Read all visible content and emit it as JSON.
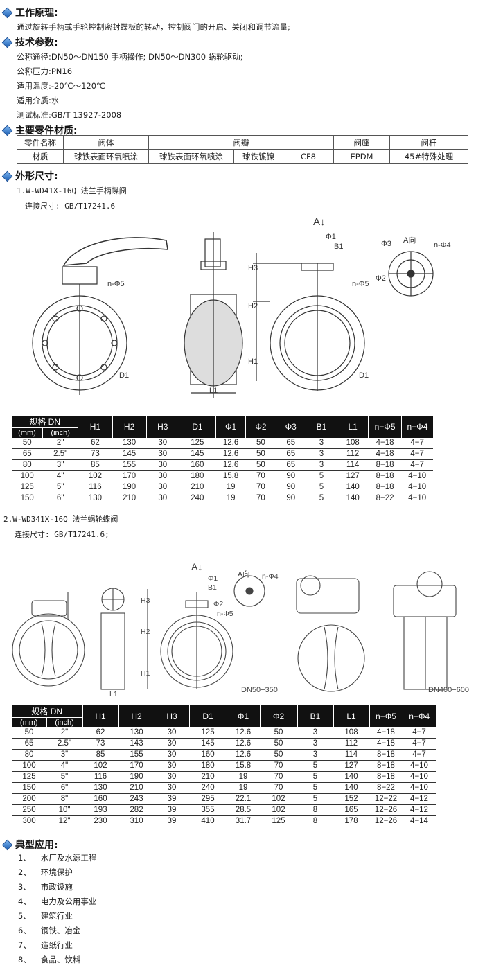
{
  "sections": {
    "principle": {
      "title": "工作原理:",
      "text": "通过旋转手柄或手轮控制密封蝶板的转动，控制阀门的开启、关闭和调节流量;"
    },
    "params": {
      "title": "技术参数:",
      "rows": [
        "公称通径:DN50～DN150 手柄操作; DN50～DN300 蜗轮驱动;",
        "公称压力:PN16",
        "适用温度:-20℃～120℃",
        "适用介质:水",
        "测试标准:GB/T 13927-2008"
      ]
    },
    "materials": {
      "title": "主要零件材质:",
      "headers": [
        "零件名称",
        "阀体",
        "阀瓣",
        "阀座",
        "阀杆"
      ],
      "row": [
        "材质",
        "球铁表面环氧喷涂",
        "球铁表面环氧喷涂",
        "球铁镀镍",
        "CF8",
        "EPDM",
        "45#特殊处理"
      ]
    },
    "dimensions": {
      "title": "外形尺寸:"
    },
    "applications": {
      "title": "典型应用:",
      "items": [
        {
          "num": "1、",
          "text": "水厂及水源工程"
        },
        {
          "num": "2、",
          "text": "环境保护"
        },
        {
          "num": "3、",
          "text": "市政设施"
        },
        {
          "num": "4、",
          "text": "电力及公用事业"
        },
        {
          "num": "5、",
          "text": "建筑行业"
        },
        {
          "num": "6、",
          "text": "钢铁、冶金"
        },
        {
          "num": "7、",
          "text": "造纸行业"
        },
        {
          "num": "8、",
          "text": "食品、饮料"
        }
      ]
    }
  },
  "valve1": {
    "title": "1.W-WD41X-16Q 法兰手柄蝶阀",
    "connection": "连接尺寸: GB/T17241.6",
    "drawing_labels": {
      "arrow_a": "A↓",
      "a_view": "A向",
      "n_phi5": "n-Φ5",
      "phi1": "Φ1",
      "b1": "B1",
      "phi3": "Φ3",
      "n_phi4": "n-Φ4",
      "phi2": "Φ2",
      "h1": "H1",
      "h2": "H2",
      "h3": "H3",
      "l1": "L1",
      "d1": "D1"
    },
    "table": {
      "spec_header": "规格 DN",
      "mm": "(mm)",
      "inch": "(inch)",
      "headers": [
        "H1",
        "H2",
        "H3",
        "D1",
        "Φ1",
        "Φ2",
        "Φ3",
        "B1",
        "L1",
        "n−Φ5",
        "n−Φ4"
      ],
      "rows": [
        [
          "50",
          "2\"",
          "62",
          "130",
          "30",
          "125",
          "12.6",
          "50",
          "65",
          "3",
          "108",
          "4−18",
          "4−7"
        ],
        [
          "65",
          "2.5\"",
          "73",
          "145",
          "30",
          "145",
          "12.6",
          "50",
          "65",
          "3",
          "112",
          "4−18",
          "4−7"
        ],
        [
          "80",
          "3\"",
          "85",
          "155",
          "30",
          "160",
          "12.6",
          "50",
          "65",
          "3",
          "114",
          "8−18",
          "4−7"
        ],
        [
          "100",
          "4\"",
          "102",
          "170",
          "30",
          "180",
          "15.8",
          "70",
          "90",
          "5",
          "127",
          "8−18",
          "4−10"
        ],
        [
          "125",
          "5\"",
          "116",
          "190",
          "30",
          "210",
          "19",
          "70",
          "90",
          "5",
          "140",
          "8−18",
          "4−10"
        ],
        [
          "150",
          "6\"",
          "130",
          "210",
          "30",
          "240",
          "19",
          "70",
          "90",
          "5",
          "140",
          "8−22",
          "4−10"
        ]
      ]
    }
  },
  "valve2": {
    "title": "2.W-WD341X-16Q 法兰蜗轮蝶阀",
    "connection": "连接尺寸: GB/T17241.6;",
    "drawing_labels": {
      "arrow_a": "A↓",
      "a_view": "A向",
      "dn50": "DN50−350",
      "dn400": "DN400−600",
      "n_phi5": "n-Φ5",
      "n_phi4": "n-Φ4",
      "phi1": "Φ1",
      "b1": "B1",
      "phi2": "Φ2",
      "h1": "H1",
      "h2": "H2",
      "h3": "H3",
      "l1": "L1"
    },
    "table": {
      "spec_header": "规格 DN",
      "mm": "(mm)",
      "inch": "(inch)",
      "headers": [
        "H1",
        "H2",
        "H3",
        "D1",
        "Φ1",
        "Φ2",
        "B1",
        "L1",
        "n−Φ5",
        "n−Φ4"
      ],
      "rows": [
        [
          "50",
          "2\"",
          "62",
          "130",
          "30",
          "125",
          "12.6",
          "50",
          "3",
          "108",
          "4−18",
          "4−7"
        ],
        [
          "65",
          "2.5\"",
          "73",
          "143",
          "30",
          "145",
          "12.6",
          "50",
          "3",
          "112",
          "4−18",
          "4−7"
        ],
        [
          "80",
          "3\"",
          "85",
          "155",
          "30",
          "160",
          "12.6",
          "50",
          "3",
          "114",
          "8−18",
          "4−7"
        ],
        [
          "100",
          "4\"",
          "102",
          "170",
          "30",
          "180",
          "15.8",
          "70",
          "5",
          "127",
          "8−18",
          "4−10"
        ],
        [
          "125",
          "5\"",
          "116",
          "190",
          "30",
          "210",
          "19",
          "70",
          "5",
          "140",
          "8−18",
          "4−10"
        ],
        [
          "150",
          "6\"",
          "130",
          "210",
          "30",
          "240",
          "19",
          "70",
          "5",
          "140",
          "8−22",
          "4−10"
        ],
        [
          "200",
          "8\"",
          "160",
          "243",
          "39",
          "295",
          "22.1",
          "102",
          "5",
          "152",
          "12−22",
          "4−12"
        ],
        [
          "250",
          "10\"",
          "193",
          "282",
          "39",
          "355",
          "28.5",
          "102",
          "8",
          "165",
          "12−26",
          "4−12"
        ],
        [
          "300",
          "12\"",
          "230",
          "310",
          "39",
          "410",
          "31.7",
          "125",
          "8",
          "178",
          "12−26",
          "4−14"
        ]
      ]
    }
  },
  "colors": {
    "header_bg": "#111111",
    "diamond": "#1d5fb4"
  }
}
